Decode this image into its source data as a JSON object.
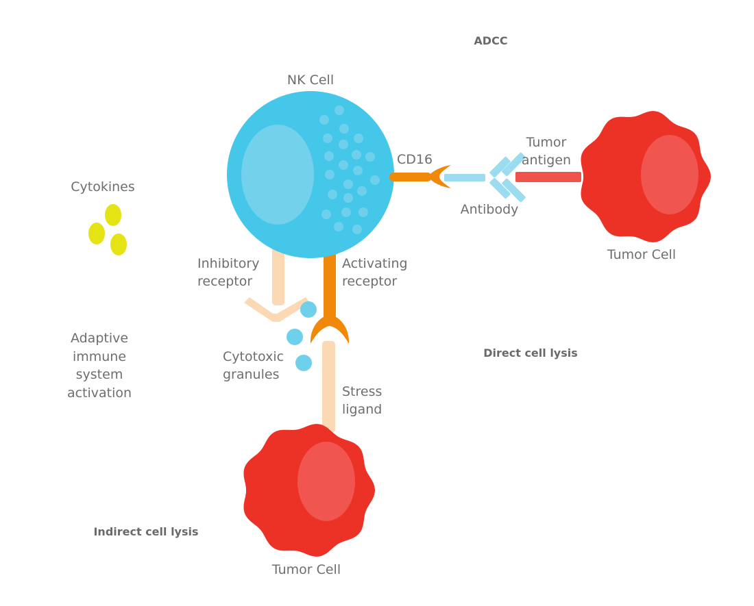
{
  "title": "NK cell mechanisms of tumor cell killing",
  "colors": {
    "nk_cell": "#44c7e8",
    "nk_nucleus": "#73d1ec",
    "granule": "#6fd0ec",
    "tumor_cell": "#ec3127",
    "tumor_nucleus": "#f0564f",
    "cd16": "#f0890a",
    "activating_receptor": "#f0890a",
    "inhibitory_receptor": "#fcd9b5",
    "stress_ligand": "#fcd9b5",
    "antibody": "#9bdcf0",
    "tumor_antigen": "#f0524c",
    "cytokine": "#e4e314",
    "label_text": "#6e6e6e"
  },
  "sections": {
    "adcc": "ADCC",
    "direct": "Direct cell lysis",
    "indirect": "Indirect cell lysis"
  },
  "labels": {
    "nk_cell": "NK Cell",
    "cd16": "CD16",
    "tumor_antigen": [
      "Tumor",
      "antigen"
    ],
    "antibody": "Antibody",
    "tumor_cell_right": "Tumor Cell",
    "tumor_cell_bottom": "Tumor Cell",
    "cytokines": "Cytokines",
    "inhibitory_receptor": [
      "Inhibitory",
      "receptor"
    ],
    "activating_receptor": [
      "Activating",
      "receptor"
    ],
    "cytotoxic_granules": [
      "Cytotoxic",
      "granules"
    ],
    "stress_ligand": [
      "Stress",
      "ligand"
    ],
    "adaptive": [
      "Adaptive",
      "immune",
      "system",
      "activation"
    ]
  }
}
